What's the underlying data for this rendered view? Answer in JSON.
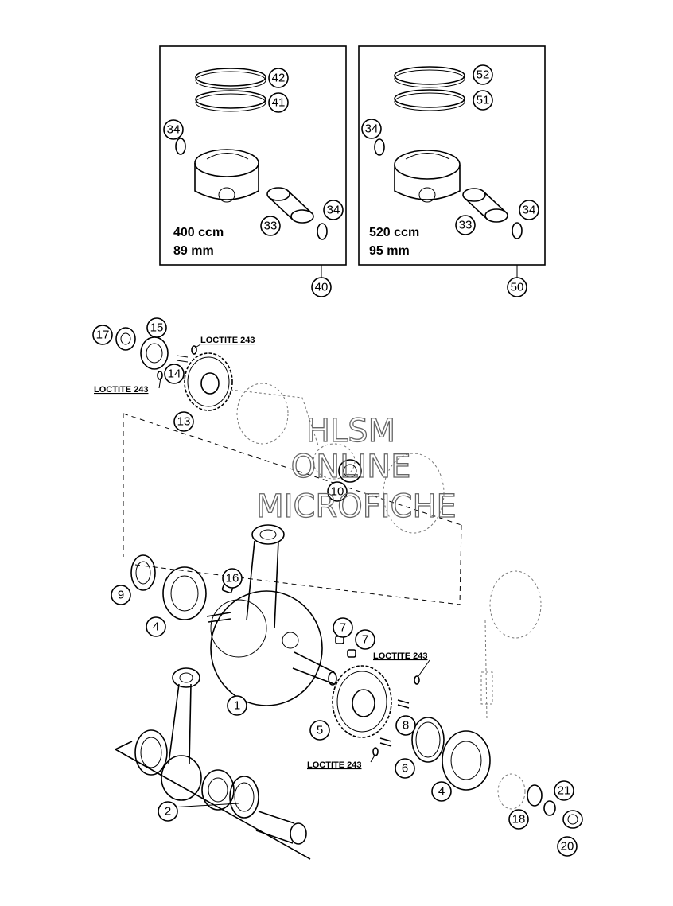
{
  "piston_kits": [
    {
      "displacement": "400 ccm",
      "bore": "89 mm",
      "ref": "40",
      "rings": [
        "42",
        "41"
      ],
      "clip_top": "34",
      "pin": "33",
      "clip_bottom": "34"
    },
    {
      "displacement": "520 ccm",
      "bore": "95 mm",
      "ref": "50",
      "rings": [
        "52",
        "51"
      ],
      "clip_top": "34",
      "pin": "33",
      "clip_bottom": "34"
    }
  ],
  "callouts": {
    "c17": "17",
    "c15": "15",
    "c14": "14",
    "c13": "13",
    "c10": "10",
    "c9": "9",
    "c4a": "4",
    "c16": "16",
    "c1": "1",
    "c7a": "7",
    "c7b": "7",
    "c5": "5",
    "c8": "8",
    "c6": "6",
    "c4b": "4",
    "c2": "2",
    "c18": "18",
    "c21": "21",
    "c20": "20"
  },
  "notes": {
    "loctite_a": "LOCTITE 243",
    "loctite_b": "LOCTITE 243",
    "loctite_c": "LOCTITE 243",
    "loctite_d": "LOCTITE 243"
  },
  "watermark": {
    "line1": "HLSM",
    "line2": "ONLINE",
    "line3": "MICROFICHE"
  }
}
